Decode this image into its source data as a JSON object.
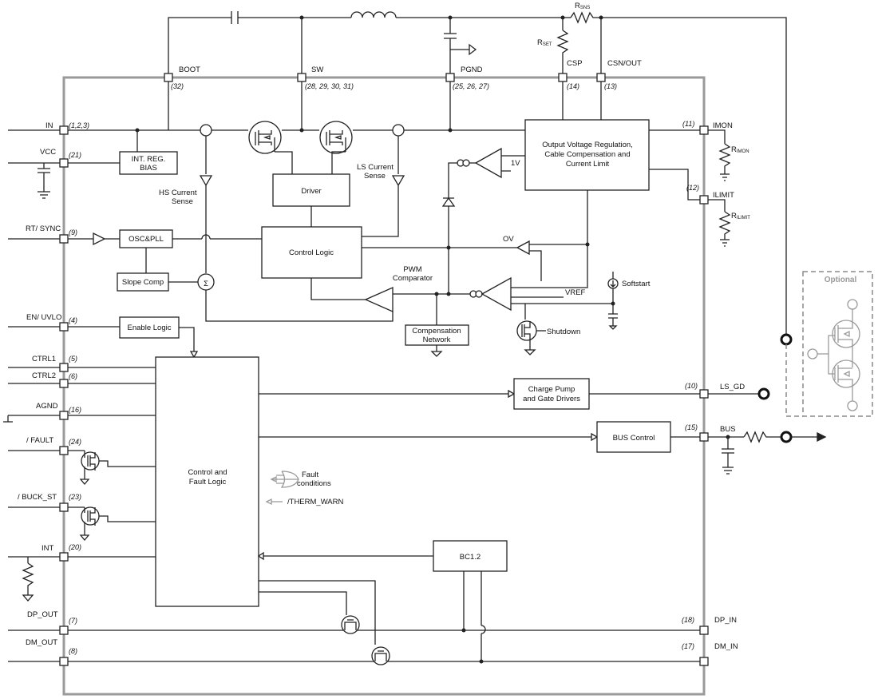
{
  "external_top": {
    "boot": "BOOT",
    "sw": "SW",
    "pgnd": "PGND",
    "csp": "CSP",
    "csn_out": "CSN/OUT",
    "r_set": "R",
    "r_set_sub": "SET",
    "r_sns": "R",
    "r_sns_sub": "SNS"
  },
  "pins_top": {
    "boot": "(32)",
    "sw": "(28, 29, 30, 31)",
    "pgnd": "(25, 26, 27)",
    "csp": "(14)",
    "csn_out": "(13)"
  },
  "left_pins": [
    {
      "name": "IN",
      "num": "(1,2,3)"
    },
    {
      "name": "VCC",
      "num": "(21)"
    },
    {
      "name": "RT/ SYNC",
      "num": "(9)"
    },
    {
      "name": "EN/ UVLO",
      "num": "(4)"
    },
    {
      "name": "CTRL1",
      "num": "(5)"
    },
    {
      "name": "CTRL2",
      "num": "(6)"
    },
    {
      "name": "AGND",
      "num": "(16)"
    },
    {
      "name": "/ FAULT",
      "num": "(24)"
    },
    {
      "name": "/ BUCK_ST",
      "num": "(23)"
    },
    {
      "name": "INT",
      "num": "(20)"
    },
    {
      "name": "DP_OUT",
      "num": "(7)"
    },
    {
      "name": "DM_OUT",
      "num": "(8)"
    }
  ],
  "right_pins": [
    {
      "name": "IMON",
      "num": "(11)"
    },
    {
      "name": "ILIMIT",
      "num": "(12)"
    },
    {
      "name": "LS_GD",
      "num": "(10)"
    },
    {
      "name": "BUS",
      "num": "(15)"
    },
    {
      "name": "DP_IN",
      "num": "(18)"
    },
    {
      "name": "DM_IN",
      "num": "(17)"
    }
  ],
  "resistors_right": {
    "r_imon": "R",
    "r_imon_sub": "IMON",
    "r_ilimit": "R",
    "r_ilimit_sub": "ILIMIT"
  },
  "blocks": {
    "int_reg_1": "INT. REG.",
    "int_reg_2": "BIAS",
    "driver": "Driver",
    "control_logic": "Control Logic",
    "osc_pll": "OSC&PLL",
    "slope_comp": "Slope Comp",
    "enable_logic": "Enable Logic",
    "control_fault_1": "Control and",
    "control_fault_2": "Fault Logic",
    "comp_net_1": "Compensation",
    "comp_net_2": "Network",
    "ovr_1": "Output Voltage Regulation,",
    "ovr_2": "Cable Compensation and",
    "ovr_3": "Current Limit",
    "charge_pump_1": "Charge Pump",
    "charge_pump_2": "and Gate Drivers",
    "bus_control": "BUS Control",
    "bc12": "BC1.2"
  },
  "labels": {
    "hs_sense_1": "HS Current",
    "hs_sense_2": "Sense",
    "ls_sense_1": "LS Current",
    "ls_sense_2": "Sense",
    "pwm_1": "PWM",
    "pwm_2": "Comparator",
    "ov": "OV",
    "one_v": "1V",
    "vref": "VREF",
    "softstart": "Softstart",
    "shutdown": "Shutdown",
    "fault_cond_1": "Fault",
    "fault_cond_2": "conditions",
    "therm_warn": "/THERM_WARN",
    "sigma": "Σ",
    "optional": "Optional"
  }
}
